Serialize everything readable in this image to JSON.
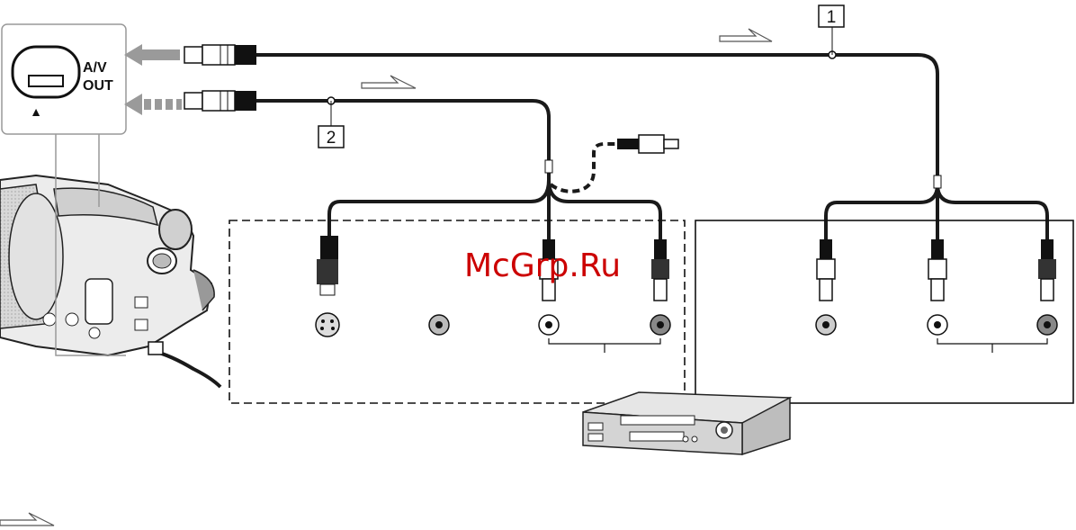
{
  "jack_panel": {
    "line1": "A/V",
    "line2": "OUT",
    "triangle_glyph": "▲"
  },
  "callouts": {
    "cable_1": "1",
    "cable_2": "2"
  },
  "watermark": "McGrp.Ru",
  "icons": {
    "signal_arrow": "signal-flow-arrow-icon",
    "camcorder": "camcorder-icon",
    "vcr": "vcr-recorder-icon",
    "plug": "av-plug-icon",
    "jack": "av-jack-icon"
  },
  "colors": {
    "cable": "#1a1a1a",
    "arrow_grey": "#9a9a9a",
    "watermark": "#cc0000",
    "white_plug": "#ffffff",
    "red_plug": "#333333"
  }
}
